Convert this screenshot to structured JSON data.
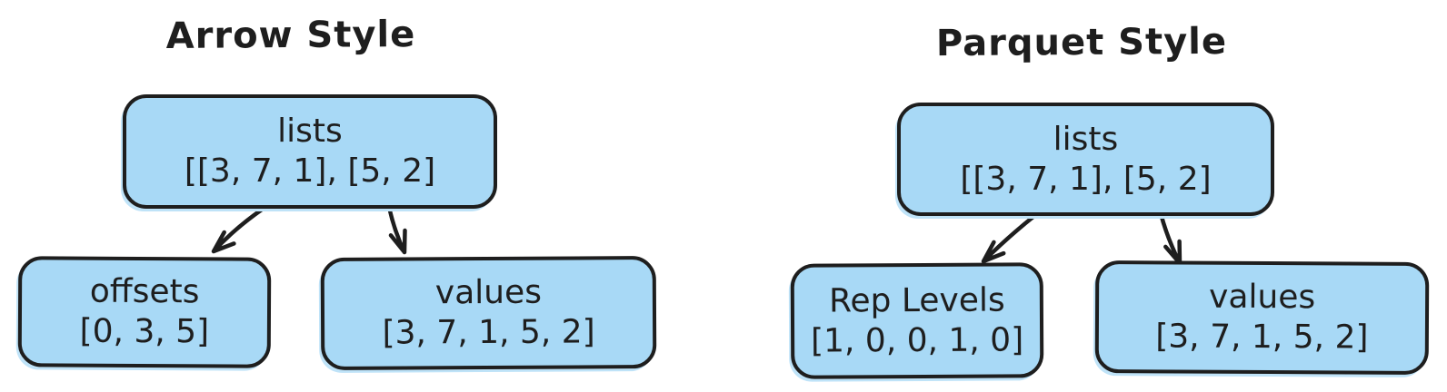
{
  "colors": {
    "background": "#ffffff",
    "node_fill": "#a8d9f6",
    "stroke": "#1e1e1e"
  },
  "diagrams": [
    {
      "title": "Arrow Style",
      "root": {
        "label": "lists",
        "value": "[[3, 7, 1], [5, 2]"
      },
      "children": [
        {
          "label": "offsets",
          "value": "[0, 3, 5]"
        },
        {
          "label": "values",
          "value": "[3, 7, 1, 5, 2]"
        }
      ]
    },
    {
      "title": "Parquet Style",
      "root": {
        "label": "lists",
        "value": "[[3, 7, 1], [5, 2]"
      },
      "children": [
        {
          "label": "Rep Levels",
          "value": "[1, 0, 0, 1, 0]"
        },
        {
          "label": "values",
          "value": "[3, 7, 1, 5, 2]"
        }
      ]
    }
  ]
}
